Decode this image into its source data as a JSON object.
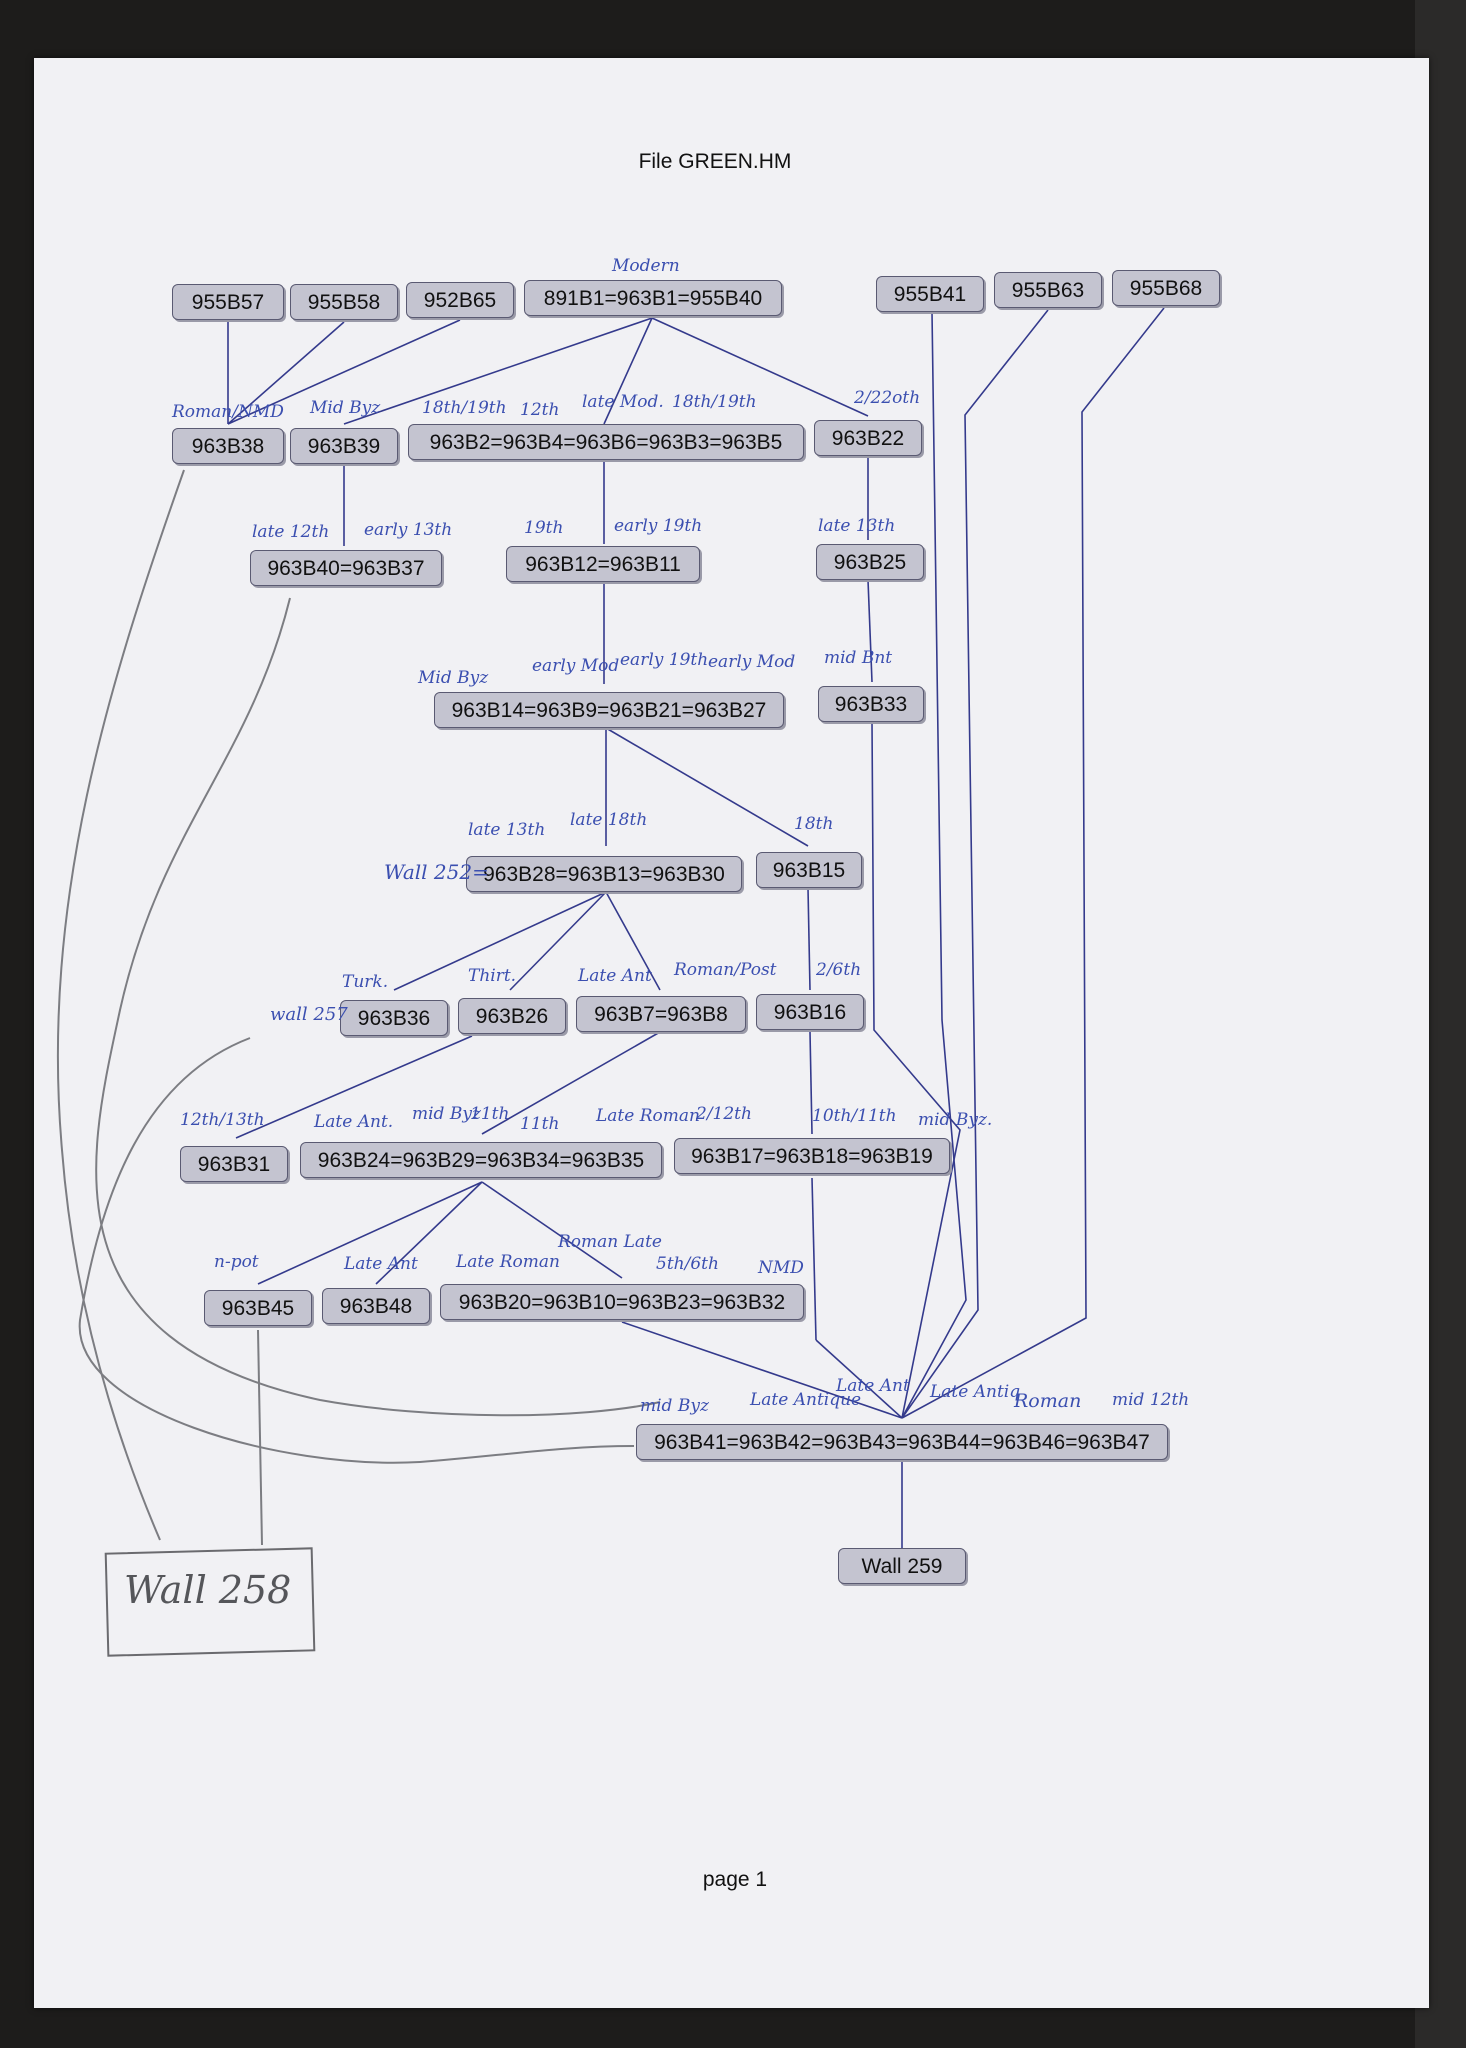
{
  "header": {
    "title": "File GREEN.HM"
  },
  "footer": {
    "page_label": "page 1"
  },
  "nodes": {
    "n955B57": "955B57",
    "n955B58": "955B58",
    "n952B65": "952B65",
    "n891B1": "891B1=963B1=955B40",
    "n955B41": "955B41",
    "n955B63": "955B63",
    "n955B68": "955B68",
    "n963B38": "963B38",
    "n963B39": "963B39",
    "n963B2": "963B2=963B4=963B6=963B3=963B5",
    "n963B22": "963B22",
    "n963B40": "963B40=963B37",
    "n963B12": "963B12=963B11",
    "n963B25": "963B25",
    "n963B14": "963B14=963B9=963B21=963B27",
    "n963B33": "963B33",
    "n963B28": "963B28=963B13=963B30",
    "n963B15": "963B15",
    "n963B36": "963B36",
    "n963B26": "963B26",
    "n963B7": "963B7=963B8",
    "n963B16": "963B16",
    "n963B31": "963B31",
    "n963B24": "963B24=963B29=963B34=963B35",
    "n963B17": "963B17=963B18=963B19",
    "n963B45": "963B45",
    "n963B48": "963B48",
    "n963B20": "963B20=963B10=963B23=963B32",
    "n963B41": "963B41=963B42=963B43=963B44=963B46=963B47",
    "wall259": "Wall 259"
  },
  "annotations": {
    "a_modern": "Modern",
    "a_roman": "Roman/NMD",
    "a_midbyz1": "Mid Byz",
    "a_1819": "18th/19th",
    "a_12th": "12th",
    "a_latemod": "late Mod.",
    "a_18th19th": "18th/19th",
    "a_2220th": "2/22oth",
    "a_late12": "late 12th",
    "a_early13": "early 13th",
    "a_19th": "19th",
    "a_early19": "early 19th",
    "a_late13": "late 13th",
    "a_midbyz2": "Mid Byz",
    "a_earlymod": "early Mod",
    "a_early19b": "early 19th",
    "a_earlymod2": "early Mod",
    "a_midbnt": "mid Bnt",
    "a_late13b": "late 13th",
    "a_late18": "late 18th",
    "a_wall252": "Wall 252=",
    "a_18th": "18th",
    "a_turk": "Turk.",
    "a_thirt": "Thirt.",
    "a_lateant": "Late Ant",
    "a_roman_post": "Roman/Post",
    "a_26th": "2/6th",
    "a_wall257": "wall 257",
    "a_1213": "12th/13th",
    "a_lateant2": "Late Ant.",
    "a_midbyz3": "mid Byz",
    "a_11th": "11th",
    "a_11th_b": "11th",
    "a_lateroman": "Late Roman",
    "a_2212": "2/12th",
    "a_1011": "10th/11th",
    "a_midbyz4": "mid Byz.",
    "a_npot": "n-pot",
    "a_lateant3": "Late Ant",
    "a_lateroman2": "Late Roman",
    "a_romanlate": "Roman Late",
    "a_56th": "5th/6th",
    "a_nmd": "NMD",
    "a_midbyz5": "mid Byz",
    "a_lateantique": "Late Antique",
    "a_lateant4": "Late Ant",
    "a_lateantiq2": "Late Antiq",
    "a_roman2": "Roman",
    "a_mid12": "mid 12th",
    "a_wall258": "Wall 258"
  }
}
